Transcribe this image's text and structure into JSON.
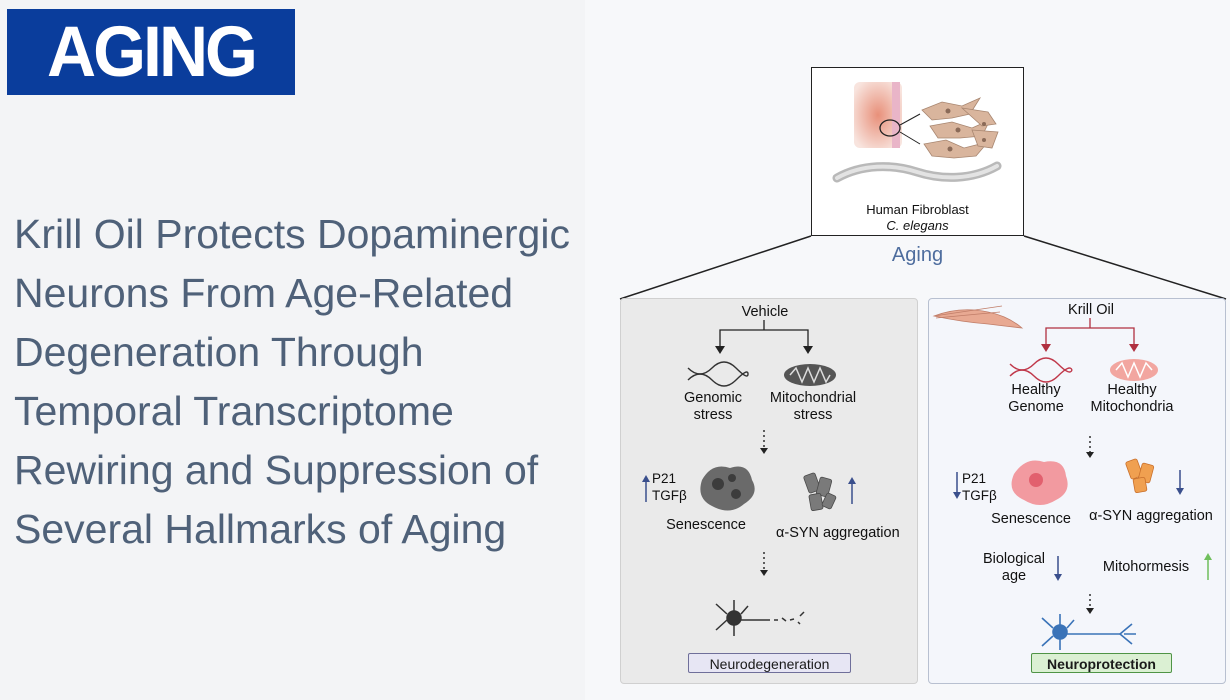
{
  "logo": {
    "text": "AGING"
  },
  "headline": {
    "lines": [
      "Krill Oil Protects Dopaminergic",
      "Neurons From Age-Related",
      "Degeneration Through",
      "Temporal Transcriptome",
      "Rewiring and Suppression of",
      "Several Hallmarks of Aging"
    ]
  },
  "figure": {
    "top": {
      "line1": "Human Fibroblast",
      "line2": "C. elegans",
      "caption": "Aging"
    },
    "vehicle": {
      "title": "Vehicle",
      "genomic": [
        "Genomic",
        "stress"
      ],
      "mito": [
        "Mitochondrial",
        "stress"
      ],
      "markers": [
        "P21",
        "TGFβ"
      ],
      "senescence": "Senescence",
      "asyn": "α-SYN aggregation",
      "outcome": "Neurodegeneration"
    },
    "krill": {
      "title": "Krill Oil",
      "genome": [
        "Healthy",
        "Genome"
      ],
      "mito": [
        "Healthy",
        "Mitochondria"
      ],
      "markers": [
        "P21",
        "TGFβ"
      ],
      "senescence": "Senescence",
      "asyn": "α-SYN aggregation",
      "bioage": [
        "Biological",
        "age"
      ],
      "mitohormesis": "Mitohormesis",
      "outcome": "Neuroprotection"
    },
    "colors": {
      "up_arrow": "#3a4f8c",
      "down_arrow": "#3a4f8c",
      "green_arrow": "#6fbf5c",
      "krill_branch": "#b03040"
    }
  }
}
